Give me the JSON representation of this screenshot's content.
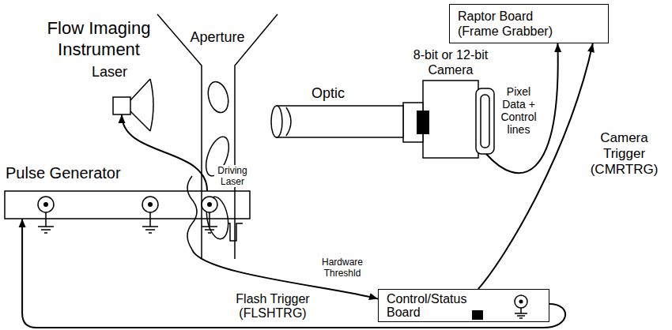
{
  "diagram": {
    "title": "Flow Imaging Instrument",
    "nodes": [
      {
        "text": [
          "Raptor Board (Frame Grabber)"
        ]
      },
      {
        "text": [
          "Aperture"
        ]
      },
      {
        "text": [
          "8-bit or 12-bit Camera"
        ]
      },
      {
        "text": [
          "Laser"
        ]
      },
      {
        "text": [
          "Optic"
        ]
      },
      {
        "text": [
          "Pulse Generator"
        ]
      },
      {
        "text": [
          "Control/Status Board"
        ]
      }
    ],
    "edges": [
      {
        "from": 2,
        "to": 0,
        "arrow": "to",
        "label": "Pixel Data + Control lines"
      },
      {
        "from": 6,
        "to": 0,
        "arrow": "to",
        "label": "Camera Trigger (CMRTRG)"
      },
      {
        "from": 5,
        "to": 3,
        "arrow": "to",
        "label": "Driving Laser"
      },
      {
        "from": 1,
        "to": 6,
        "arrow": "to",
        "label": "Hardware Threshld"
      },
      {
        "from": 6,
        "to": 5,
        "arrow": "to",
        "label": "Flash Trigger (FLSHTRG)"
      }
    ]
  }
}
